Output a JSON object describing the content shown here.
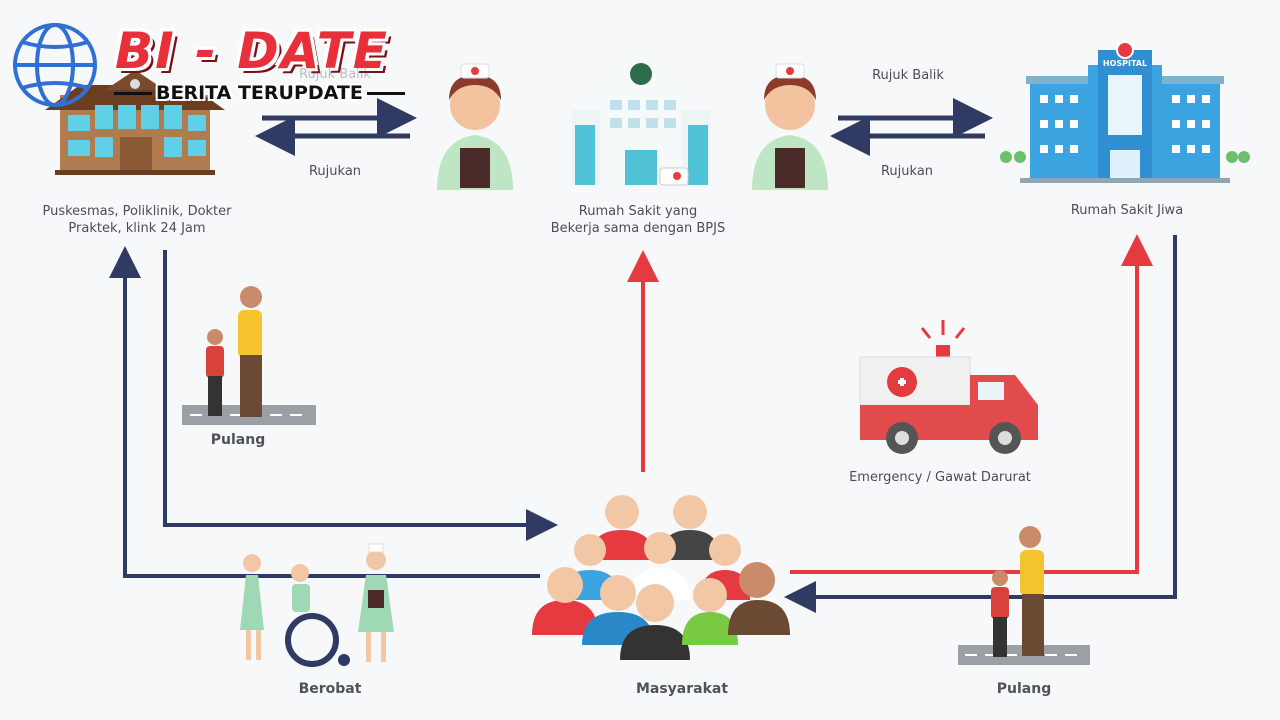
{
  "logo": {
    "title": "BI - DATE",
    "subtitle": "BERITA TERUPDATE"
  },
  "nodes": {
    "puskesmas": "Puskesmas, Poliklinik, Dokter\nPraktek, klink 24 Jam",
    "rs_bpjs": "Rumah Sakit yang\nBekerja sama dengan BPJS",
    "rs_jiwa": "Rumah Sakit Jiwa",
    "emergency": "Emergency / Gawat Darurat",
    "masyarakat": "Masyarakat",
    "berobat": "Berobat",
    "pulang_left": "Pulang",
    "pulang_right": "Pulang",
    "hospital_sign": "HOSPITAL"
  },
  "edges": {
    "left_top": "Rujuk Balik",
    "left_bottom": "Rujukan",
    "right_top": "Rujuk Balik",
    "right_bottom": "Rujukan"
  },
  "colors": {
    "navy": "#2f3b63",
    "red": "#e53a3f",
    "blue": "#3aa3e0",
    "brown": "#8a5a36",
    "teal": "#4fc2d6"
  }
}
